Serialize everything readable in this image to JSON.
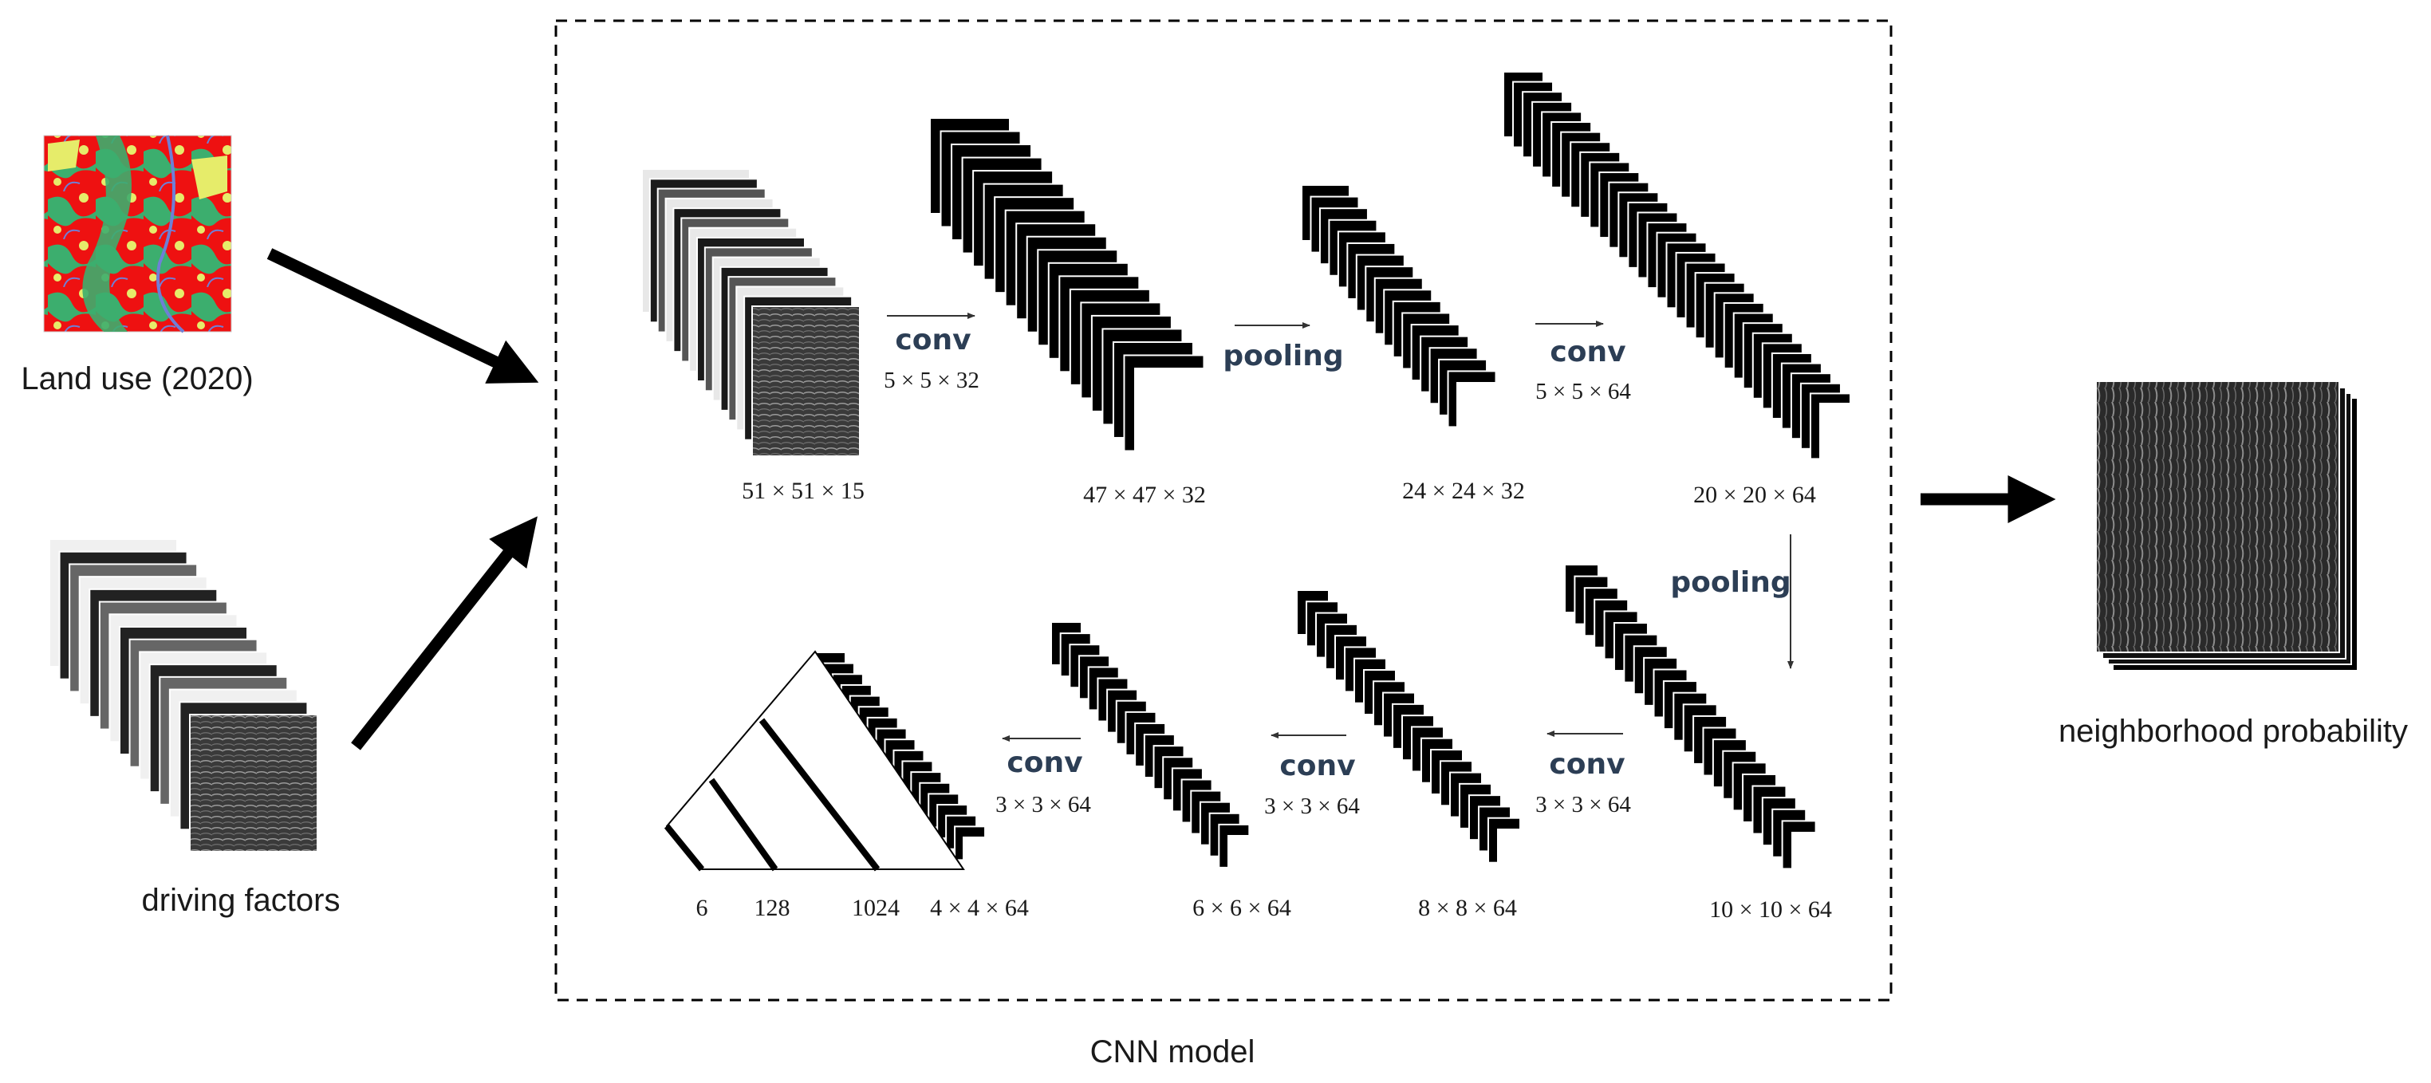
{
  "inputs": {
    "land_use_label": "Land use (2020)",
    "driving_factors_label": "driving factors"
  },
  "output": {
    "label": "neighborhood probability"
  },
  "model": {
    "label": "CNN model"
  },
  "layers": {
    "input": "51 × 51 × 15",
    "conv1": "47 × 47 × 32",
    "pool1": "24 × 24 × 32",
    "conv2": "20 × 20 × 64",
    "pool2": "10 × 10 × 64",
    "conv3": "8 × 8 × 64",
    "conv4": "6 × 6 × 64",
    "conv5": "4 × 4 × 64",
    "fc3": "1024",
    "fc2": "128",
    "fc1": "6"
  },
  "ops": {
    "conv1": {
      "name": "conv",
      "kernel": "5 × 5 × 32"
    },
    "pool1": {
      "name": "pooling"
    },
    "conv2": {
      "name": "conv",
      "kernel": "5 × 5 × 64"
    },
    "pool2": {
      "name": "pooling"
    },
    "conv3": {
      "name": "conv",
      "kernel": "3 × 3 × 64"
    },
    "conv4": {
      "name": "conv",
      "kernel": "3 × 3 × 64"
    },
    "conv5": {
      "name": "conv",
      "kernel": "3 × 3 × 64"
    }
  },
  "colors": {
    "land_use_red": "#ee1111",
    "land_use_green": "#3cae6e",
    "land_use_yellow": "#e6ec6a",
    "water_blue": "#6f7fd6"
  }
}
